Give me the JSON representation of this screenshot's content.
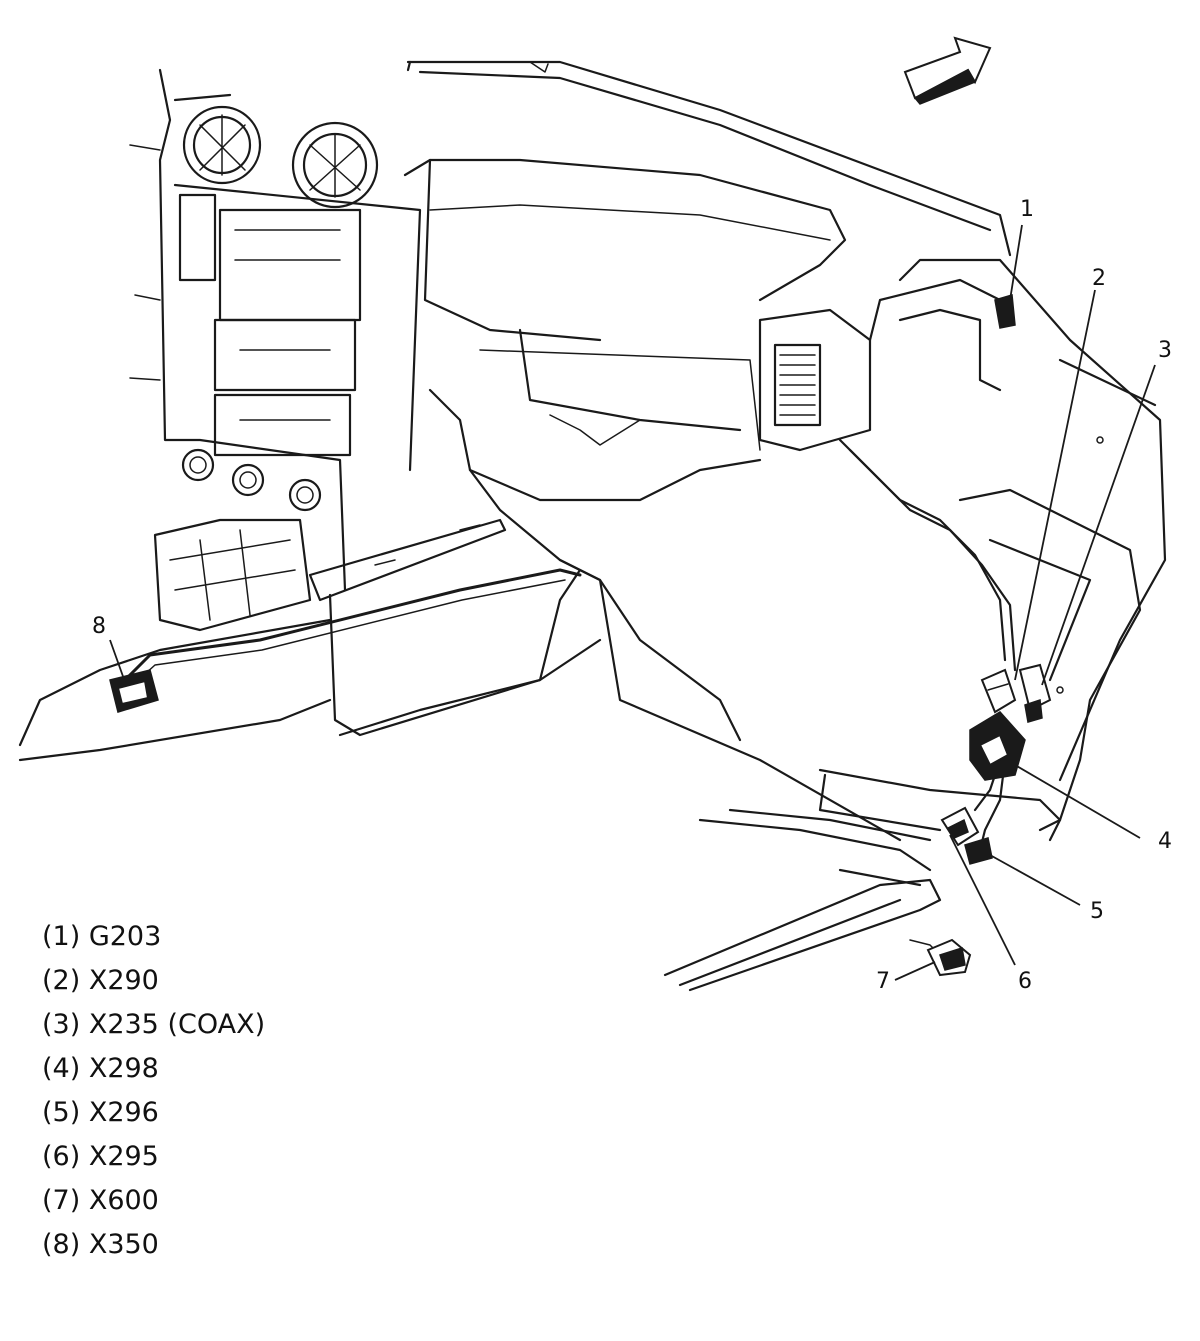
{
  "callouts": [
    "1",
    "2",
    "3",
    "4",
    "5",
    "6",
    "7",
    "8"
  ],
  "legend": [
    {
      "text": "(1) G203"
    },
    {
      "text": "(2) X290"
    },
    {
      "text": "(3) X235 (COAX)"
    },
    {
      "text": "(4) X298"
    },
    {
      "text": "(5) X296"
    },
    {
      "text": "(6) X295"
    },
    {
      "text": "(7) X600"
    },
    {
      "text": "(8) X350"
    }
  ],
  "icons": {
    "direction_arrow": "forward-arrow-icon"
  }
}
